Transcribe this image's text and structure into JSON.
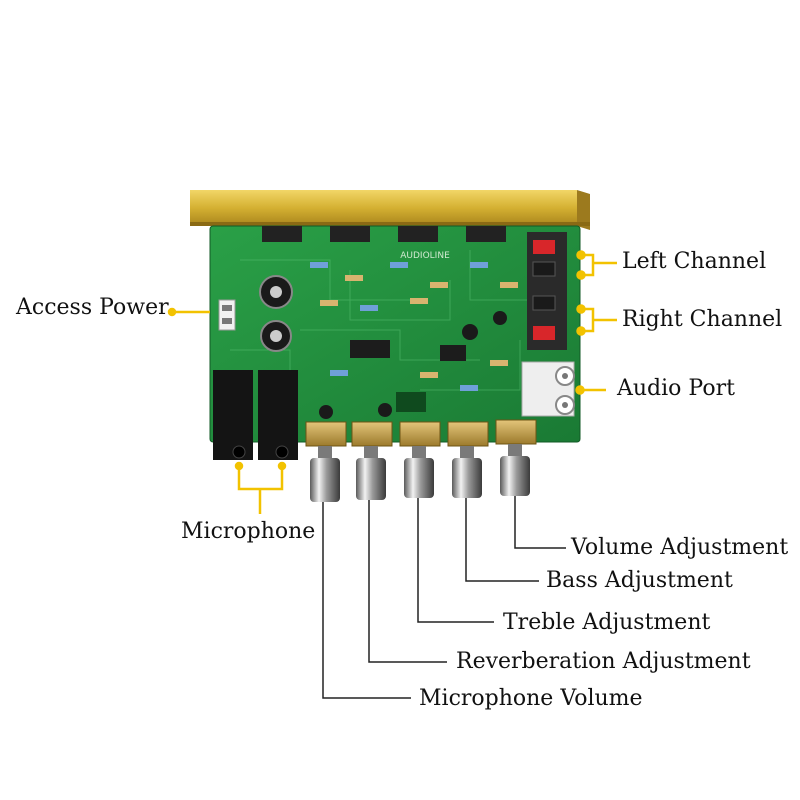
{
  "labels": {
    "access_power": "Access Power",
    "left_channel": "Left Channel",
    "right_channel": "Right Channel",
    "audio_port": "Audio Port",
    "microphone": "Microphone",
    "volume_adjustment": "Volume Adjustment",
    "bass_adjustment": "Bass Adjustment",
    "treble_adjustment": "Treble Adjustment",
    "reverberation_adjustment": "Reverberation Adjustment",
    "microphone_volume": "Microphone Volume"
  },
  "board": {
    "silkscreen_brand": "AUDIOLINE"
  },
  "colors": {
    "pcb_green": "#1f8a3c",
    "heatsink_gold": "#d4b032",
    "callout_yellow": "#f2c200",
    "leader_line": "#222222",
    "speaker_terminal_red": "#d8262a"
  },
  "icons": [
    "amplifier-board-image",
    "knob",
    "microphone-jack",
    "speaker-terminal",
    "rca-port"
  ]
}
